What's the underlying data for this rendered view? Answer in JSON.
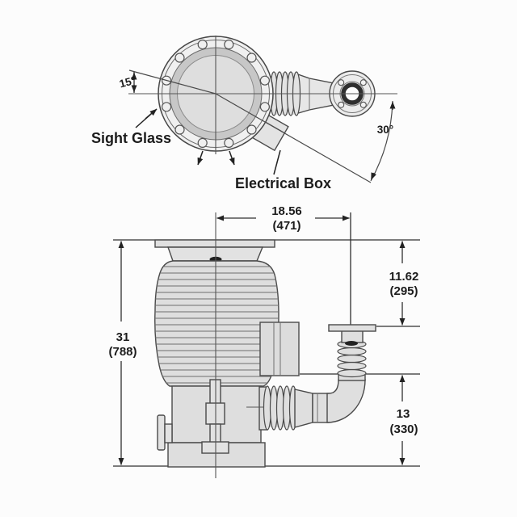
{
  "figure": {
    "type": "technical-drawing",
    "subject": "vacuum-pump-two-view-dimension-drawing",
    "background": "#fcfcfc",
    "line_color": "#4a4a4a",
    "fill_color": "#dedede",
    "text_color": "#1c1c1c"
  },
  "top_view": {
    "sight_glass_label": "Sight Glass",
    "electrical_box_label": "Electrical Box",
    "sight_glass_angle": "15°",
    "electrical_box_angle": "30°"
  },
  "side_view": {
    "dimensions": {
      "width_in": "18.56",
      "width_mm": "(471)",
      "height_in": "31",
      "height_mm": "(788)",
      "inlet_to_foreline_in": "11.62",
      "inlet_to_foreline_mm": "(295)",
      "foreline_height_in": "13",
      "foreline_height_mm": "(330)"
    }
  }
}
